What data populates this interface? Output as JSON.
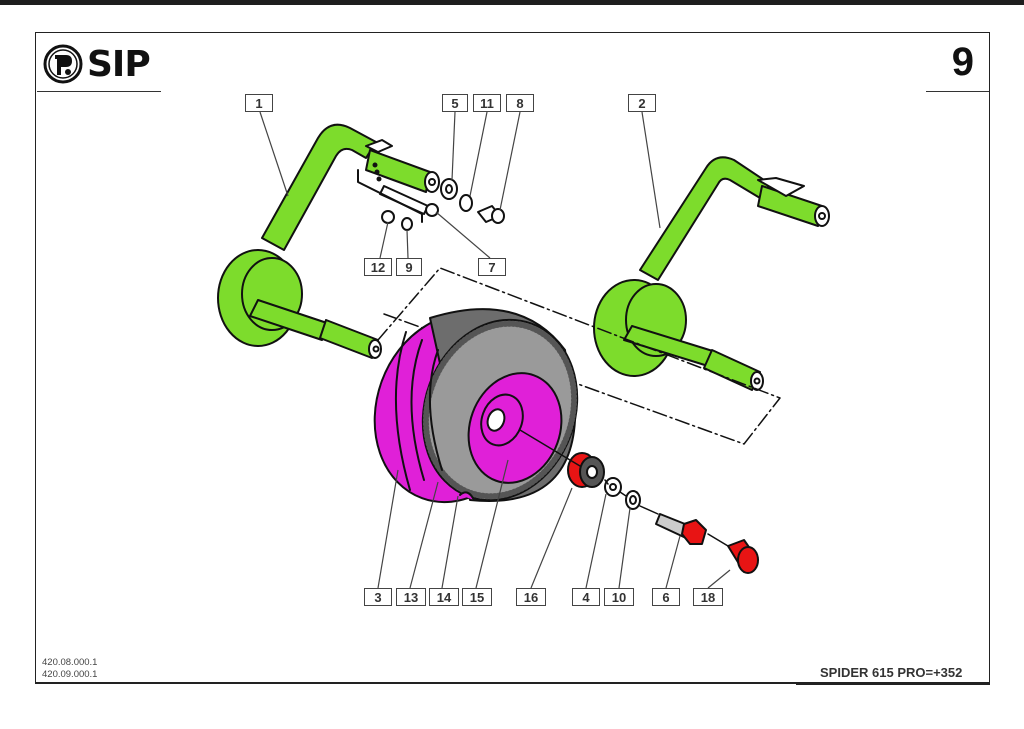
{
  "header": {
    "brand": "SIP",
    "page_number": "9"
  },
  "footer": {
    "part_codes": [
      "420.08.000.1",
      "420.09.000.1"
    ],
    "model": "SPIDER 615 PRO=+352"
  },
  "colors": {
    "arm": "#7ddc2c",
    "wheel": "#e020d8",
    "bearing": "#e81414",
    "outline": "#111111"
  },
  "callouts": {
    "c1": "1",
    "c2": "2",
    "c3": "3",
    "c4": "4",
    "c5": "5",
    "c6": "6",
    "c7": "7",
    "c8": "8",
    "c9": "9",
    "c10": "10",
    "c11": "11",
    "c12": "12",
    "c13": "13",
    "c14": "14",
    "c15": "15",
    "c16": "16",
    "c18": "18"
  }
}
